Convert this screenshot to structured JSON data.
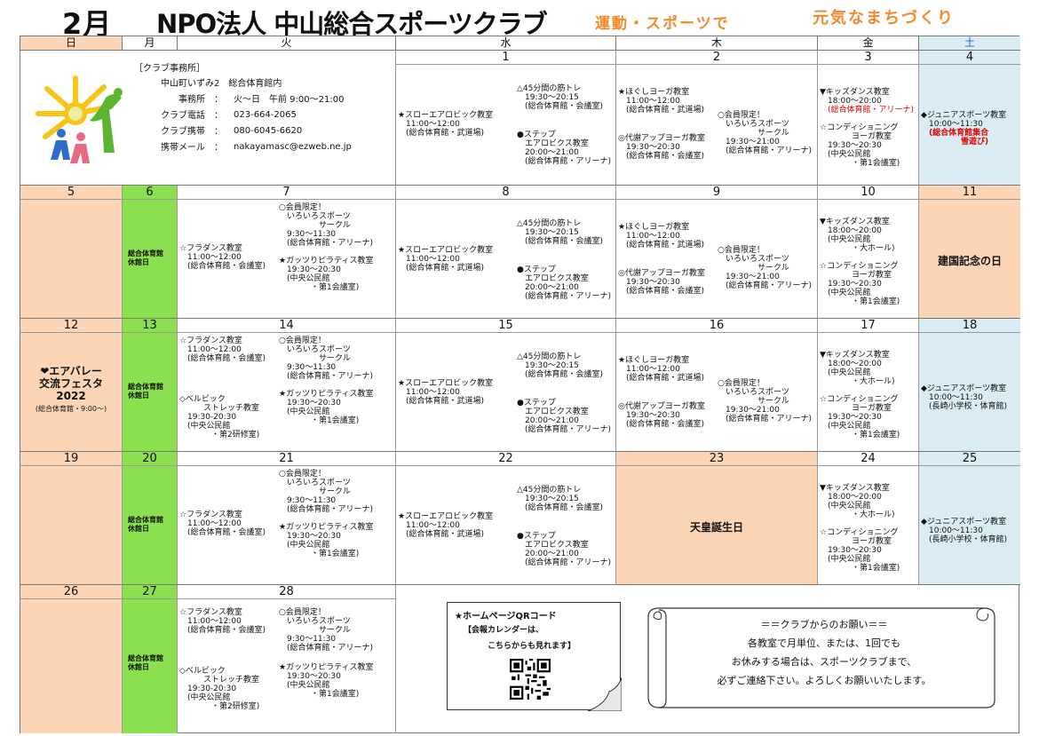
{
  "header": {
    "month": "2月",
    "title": "NPO法人 中山総合スポーツクラブ",
    "slogan1": "運動・スポーツで",
    "slogan2": "元気なまちづくり"
  },
  "dow": [
    "日",
    "月",
    "火",
    "水",
    "木",
    "金",
    "土"
  ],
  "colors": {
    "sunday": "#fbd5b5",
    "monday": "#8ae04e",
    "saturday": "#d9ecf3",
    "slogan": "#f28a2b",
    "red": "#e00000",
    "saturday_text": "#2563c9"
  },
  "office": {
    "heading": "［クラブ事務所］",
    "address": "中山町いずみ2　総合体育館内",
    "hours_label": "事務所　：",
    "hours": "火～日　午前 9:00～21:00",
    "tel_label": "クラブ電話　：",
    "tel": "023-664-2065",
    "mobile_label": "クラブ携帯　：",
    "mobile": "080-6045-6620",
    "mail_label": "携帯メール　：",
    "mail": "nakayamasc@ezweb.ne.jp"
  },
  "days": {
    "d1": "1",
    "d2": "2",
    "d3": "3",
    "d4": "4",
    "d5": "5",
    "d6": "6",
    "d7": "7",
    "d8": "8",
    "d9": "9",
    "d10": "10",
    "d11": "11",
    "d12": "12",
    "d13": "13",
    "d14": "14",
    "d15": "15",
    "d16": "16",
    "d17": "17",
    "d18": "18",
    "d19": "19",
    "d20": "20",
    "d21": "21",
    "d22": "22",
    "d23": "23",
    "d24": "24",
    "d25": "25",
    "d26": "26",
    "d27": "27",
    "d28": "28"
  },
  "events": {
    "closed": "総合体育館\n休館日",
    "aerobic": "★スローエアロビック教室\n　11:00～12:00\n　(総合体育館・武道場)",
    "kintore": "△45分間の筋トレ\n　19:30～20:15\n　(総合体育館・会議室)",
    "step": "●ステップ\n　エアロビクス教室\n　20:00～21:00\n　(総合体育館・アリーナ)",
    "hogushi": "★ほぐしヨーガ教室\n　11:00～12:00\n　(総合体育館・武道場)",
    "daisha": "◎代謝アップヨーガ教室\n　19:30～20:30\n　(総合体育館・会議室)",
    "kaiin_thu": "○会員限定！\n　いろいろスポーツ\n　　　　　サークル\n　19:30～21:00\n　(総合体育館・アリーナ)",
    "kids_a": "▼キッズダンス教室\n　18:00～20:00",
    "kids_a_place": "　(総合体育館・アリーナ)",
    "kids_b": "▼キッズダンス教室\n　18:00～20:00\n　(中央公民館\n　　　　・大ホール)",
    "cond": "☆コンディショニング\n　　　　ヨーガ教室\n　19:30～20:30\n　(中央公民館\n　　　　・第1会議室)",
    "junior_4": "◆ジュニアスポーツ教室\n　10:00～11:30",
    "junior_4_place": "　(総合体育館集合\n　　　　　雪遊び)",
    "junior_b": "◆ジュニアスポーツ教室\n　10:00～11:30\n　(長崎小学校・体育館)",
    "hula": "☆フラダンス教室\n　11:00～12:00\n　(総合体育館・会議室)",
    "kaiin_tue": "○会員限定！\n　いろいろスポーツ\n　　　　　サークル\n　9:30～11:30\n　(総合体育館・アリーナ)",
    "guts": "★ガッツりピラティス教室\n　19:30～20:30\n　(中央公民館\n　　　　・第1会議室)",
    "bell": "◇ベルビック\n　　　ストレッチ教室\n　19:30-20:30\n　(中央公民館\n　　　　・第2研修室)",
    "kenkoku": "建国記念の日",
    "tenno": "天皇誕生日",
    "airvolley_title": "❤エアバレー\n交流フェスタ\n2022",
    "airvolley_place": "(総合体育館・9:00～)"
  },
  "qr": {
    "title": "★ホームページQRコード",
    "sub": "【会報カレンダーは、\n　　　こちらからも見れます】"
  },
  "notice": {
    "text": "＝＝クラブからのお願い＝＝\n各教室で月単位、または、1回でも\nお休みする場合は、スポーツクラブまで、\n必ずご連絡下さい。よろしくお願いいたします。"
  }
}
